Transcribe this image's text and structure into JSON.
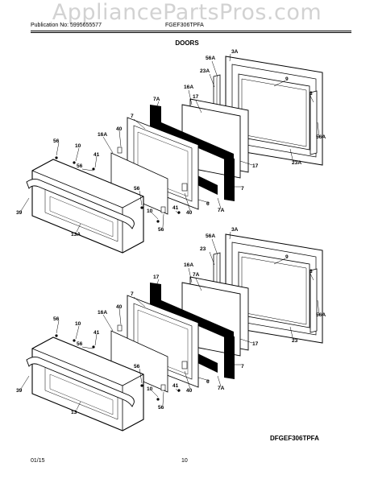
{
  "watermark": "AppliancePartsPros.com",
  "header": {
    "publication": "Publication No: 5995655577",
    "model": "FGEF306TPFA"
  },
  "section_title": "DOORS",
  "diagram_code": "DFGEF306TPFA",
  "footer": {
    "date": "01/15",
    "page": "10"
  },
  "upper_door_labels": [
    "56A",
    "3A",
    "23A",
    "9",
    "16A",
    "17",
    "7A",
    "3",
    "7",
    "56A",
    "40",
    "16A",
    "56",
    "10",
    "41",
    "56",
    "39",
    "13A",
    "56",
    "10",
    "56",
    "41",
    "40",
    "6",
    "7A",
    "17",
    "7",
    "23A"
  ],
  "lower_door_labels": [
    "56A",
    "3A",
    "23",
    "9",
    "16A",
    "7A",
    "17",
    "3",
    "7",
    "56A",
    "40",
    "16A",
    "56",
    "10",
    "41",
    "56",
    "39",
    "13",
    "56",
    "10",
    "56",
    "41",
    "40",
    "6",
    "7A",
    "17",
    "7",
    "23"
  ]
}
